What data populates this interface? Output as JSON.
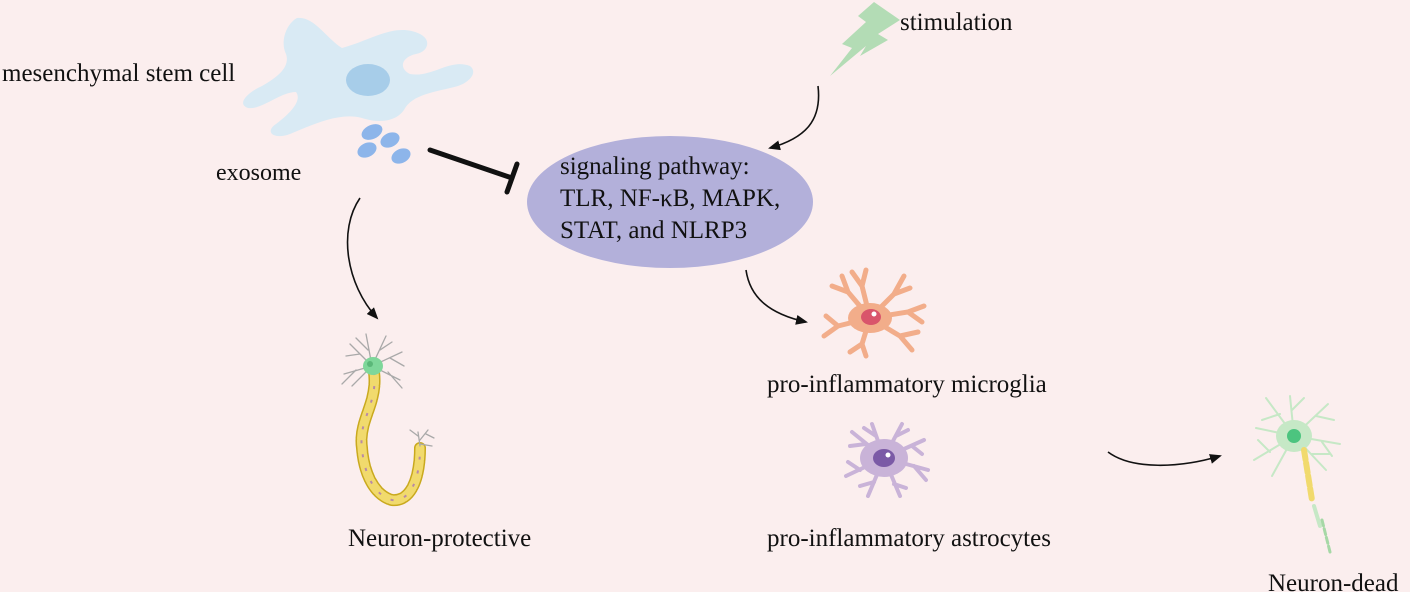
{
  "labels": {
    "msc": "mesenchymal stem cell",
    "exosome": "exosome",
    "stimulation": "stimulation",
    "pathway_title": "signaling pathway:",
    "pathway_line1": "TLR, NF-κB, MAPK,",
    "pathway_line2": "STAT, and NLRP3",
    "neuron_protective": "Neuron-protective",
    "microglia": "pro-inflammatory microglia",
    "astrocytes": "pro-inflammatory astrocytes",
    "neuron_dead": "Neuron-dead"
  },
  "colors": {
    "background": "#fbeeee",
    "msc_body": "#d9eaf4",
    "msc_nucleus": "#a7cde9",
    "exosome": "#8db5ea",
    "pathway_ellipse": "#b3b0da",
    "stimulation_bolt": "#b3dcb5",
    "microglia": "#f2ad8a",
    "astrocyte": "#c9b3d8",
    "neuron_healthy_soma": "#7ed79a",
    "neuron_axon": "#f1da6d",
    "neuron_dead_body": "#c6e8c6"
  }
}
